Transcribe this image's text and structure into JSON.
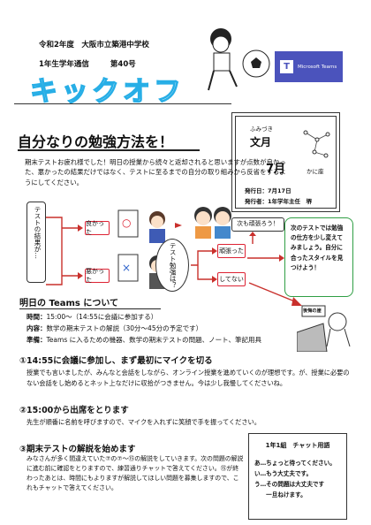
{
  "header": {
    "school": "令和2年度　大阪市立築港中学校",
    "issue_label": "1年生学年通信",
    "issue_number": "第40号",
    "logo_text": "キックオフ",
    "teams_label": "Microsoft Teams"
  },
  "calendar": {
    "ruby": "ふみづき",
    "month_name": "文月",
    "month": "7月",
    "constellation": "かに座",
    "issued": "発行日：7月17日",
    "publisher": "発行者：1年学年主任　堺"
  },
  "feature": {
    "title": "自分なりの勉強方法を！",
    "intro": "期末テストお疲れ様でした！明日の授業から続々と返却されると思いますが点数が良かった、悪かったの結果だけではなく、テストに至るまでの自分の取り組みから反省をするようにしてください。",
    "test_result": "テストの結果が…",
    "good": "良かった",
    "bad": "悪かった",
    "study": "テスト勉強は？",
    "tried": "頑張った",
    "not_done": "してない",
    "keep_up": "次も頑張ろう！",
    "advice": "次のテストでは勉強の仕方を少し変えてみましょう。自分に合ったスタイルを見つけよう！",
    "sign": "後悔の崖"
  },
  "tomorrow": {
    "title": "明日の Teams について",
    "time_label": "時間：",
    "time": "15:00～（14:55に会議に参加する）",
    "content_label": "内容：",
    "content": "数学の期末テストの解説（30分～45分の予定です）",
    "prep_label": "準備：",
    "prep": "Teams に入るための機器、数学の期末テストの問題、ノート、筆記用具"
  },
  "sections": [
    {
      "title": "①14:55に会議に参加し、まず最初にマイクを切る",
      "body": "授業でも言いましたが、みんなと会話をしながら、オンライン授業を進めていくのが理想です。が、授業に必要のない会話をし始めるとネット上なだけに収拾がつきません。今は少し我慢してくださいね。"
    },
    {
      "title": "②15:00から出席をとります",
      "body": "先生が順番に名前を呼びますので、マイクを入れずに笑顔で手を振ってください。"
    },
    {
      "title": "③期末テストの解説を始めます",
      "body": "みなさんが多く間違えていた⑦の⑦～⑮の解説をしていきます。次の問題の解説に進む前に確認をとりますので、練習通りチャットで答えてください。⑮が終わったあとは、時間にもよりますが解説してほしい問題を募集しますので、これもチャットで答えてください。"
    }
  ],
  "chat": {
    "title": "1年1組　チャット用語",
    "lines": [
      "あ…ちょっと待ってください。",
      "い…もう大丈夫です。",
      "う…その問題は大丈夫です",
      "　　一旦ねけます。"
    ]
  },
  "colors": {
    "logo": "#27aee6",
    "accent": "#d23030",
    "teams": "#4b53bc"
  }
}
